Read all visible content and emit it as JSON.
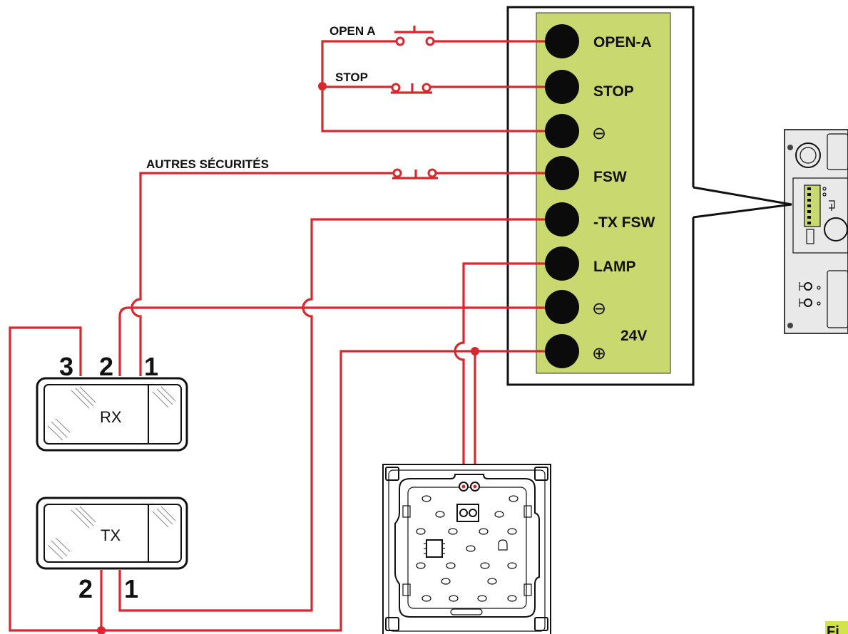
{
  "colors": {
    "wire": "#d7282f",
    "panel": "#c9d96f",
    "figure_tag": "#d4e34a"
  },
  "terminal_block": {
    "terminals": [
      {
        "label": "OPEN-A"
      },
      {
        "label": "STOP"
      },
      {
        "label": "⊖"
      },
      {
        "label": "FSW"
      },
      {
        "label": "-TX FSW"
      },
      {
        "label": "LAMP"
      },
      {
        "label": "⊖"
      },
      {
        "label": "⊕"
      }
    ],
    "supply_label": "24V"
  },
  "switches": {
    "open_a": "OPEN A",
    "stop": "STOP",
    "other_safeties": "AUTRES SÉCURITÉS"
  },
  "photocells": {
    "rx": {
      "label": "RX",
      "terminals": [
        "3",
        "2",
        "1"
      ]
    },
    "tx": {
      "label": "TX",
      "terminals": [
        "2",
        "1"
      ]
    }
  },
  "icons": {
    "lamp": "flashing-lamp-board-icon",
    "control_unit": "control-board-icon"
  },
  "figure_tag": "Fi"
}
